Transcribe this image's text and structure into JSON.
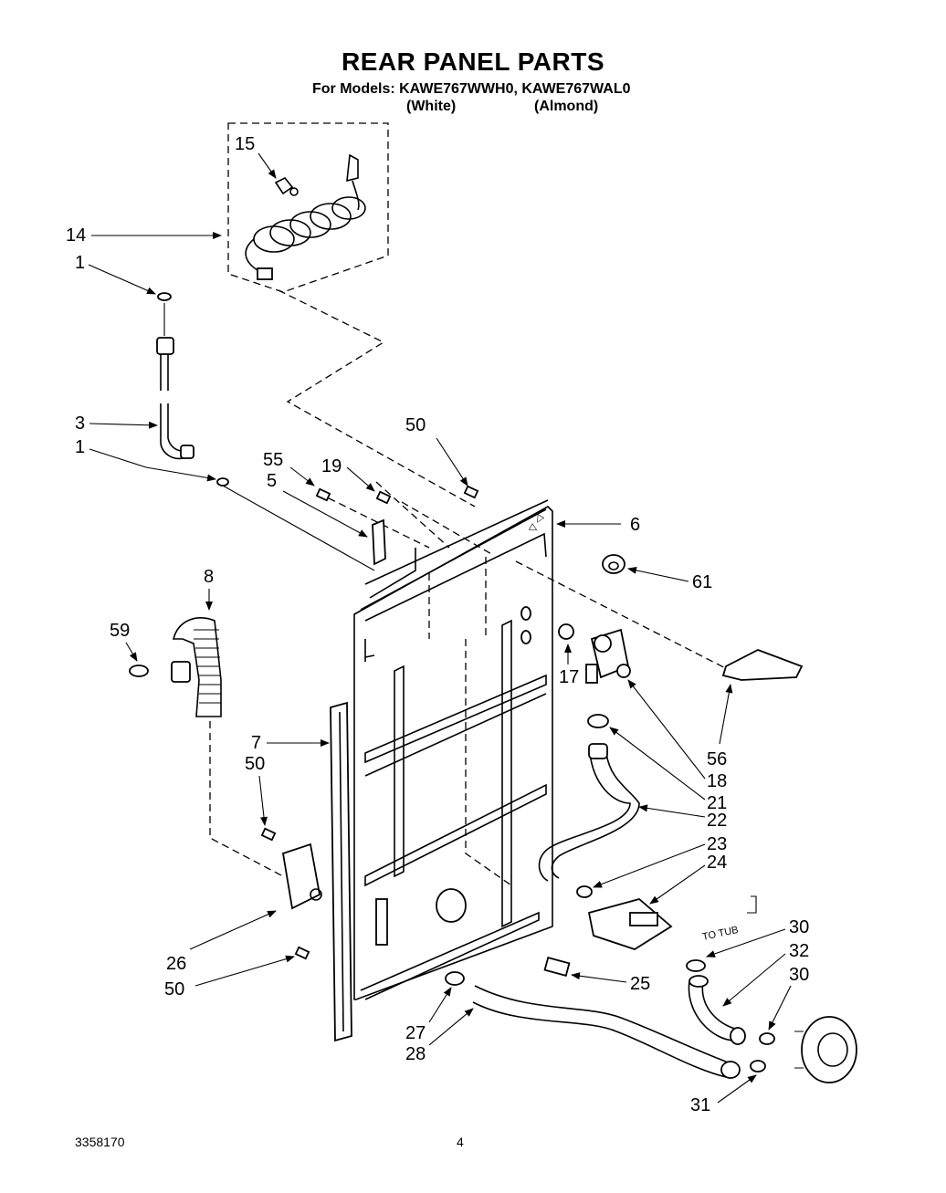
{
  "title": "REAR PANEL PARTS",
  "subtitle": "For Models: KAWE767WWH0, KAWE767WAL0",
  "colors": {
    "white": "(White)",
    "almond": "(Almond)"
  },
  "footer": {
    "doc_number": "3358170",
    "page_number": "4"
  },
  "to_tub_label": "TO TUB",
  "callouts": [
    "15",
    "14",
    "1",
    "3",
    "1",
    "50",
    "55",
    "5",
    "19",
    "6",
    "61",
    "8",
    "59",
    "17",
    "56",
    "18",
    "21",
    "22",
    "23",
    "24",
    "7",
    "50",
    "26",
    "50",
    "25",
    "27",
    "28",
    "30",
    "32",
    "30",
    "31"
  ]
}
